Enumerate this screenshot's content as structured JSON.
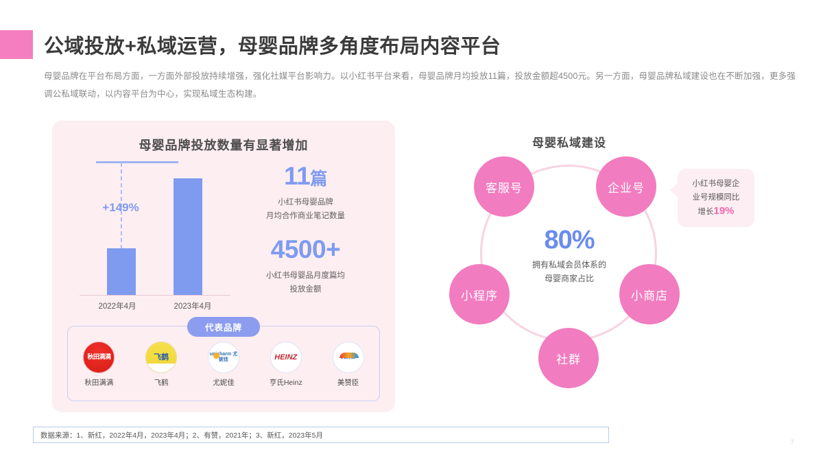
{
  "header": {
    "title": "公域投放+私域运营，母婴品牌多角度布局内容平台",
    "subtitle": "母婴品牌在平台布局方面，一方面外部投放持续增强，强化社媒平台影响力。以小红书平台来看，母婴品牌月均投放11篇，投放金额超4500元。另一方面，母婴品牌私域建设也在不断加强，更多强调公私域联动，以内容平台为中心，实现私域生态构建。",
    "accent_color": "#F47EBF"
  },
  "left_panel": {
    "title": "母婴品牌投放数量有显著增加",
    "growth_label": "+149%",
    "stats": [
      {
        "value": "11",
        "unit": "篇",
        "caption": "小红书母婴品牌\n月均合作商业笔记数量"
      },
      {
        "value": "4500+",
        "unit": "",
        "caption": "小红书母婴品月度篇均\n投放金额"
      }
    ],
    "stat1_value": "11",
    "stat1_unit": "篇",
    "stat1_cap_l1": "小红书母婴品牌",
    "stat1_cap_l2": "月均合作商业笔记数量",
    "stat2_value": "4500+",
    "stat2_cap_l1": "小红书母婴品月度篇均",
    "stat2_cap_l2": "投放金额",
    "brands_badge": "代表品牌",
    "brands": [
      {
        "name": "秋田满满",
        "logo_text": "秋田满满"
      },
      {
        "name": "飞鹤",
        "logo_text": "飞鹤"
      },
      {
        "name": "尤妮佳",
        "logo_text": "unicharm 尤妮佳"
      },
      {
        "name": "亨氏Heinz",
        "logo_text": "HEINZ"
      },
      {
        "name": "美赞臣",
        "logo_text": "美赞臣"
      }
    ]
  },
  "right_panel": {
    "title": "母婴私域建设",
    "center_value": "80%",
    "center_cap_l1": "拥有私域会员体系的",
    "center_cap_l2": "母婴商家占比",
    "nodes": [
      {
        "label": "客服号"
      },
      {
        "label": "企业号"
      },
      {
        "label": "小程序"
      },
      {
        "label": "小商店"
      },
      {
        "label": "社群"
      }
    ],
    "callout_l1": "小红书母婴企",
    "callout_l2": "业号规模同比",
    "callout_prefix": "增长",
    "callout_value": "19%",
    "node_color": "#F27CC0",
    "ring_color": "#F8D3E3"
  },
  "footer": {
    "source": "数据来源：1、新红，2022年4月，2023年4月；2、有赞，2021年；3、新红，2023年5月",
    "page_number": "7"
  },
  "chart_data": {
    "type": "bar",
    "title": "母婴品牌投放数量有显著增加",
    "categories": [
      "2022年4月",
      "2023年4月"
    ],
    "values": [
      4.4,
      11
    ],
    "unit": "篇",
    "annotation": "+149%",
    "xlabel": "",
    "ylabel": "",
    "ylim": [
      0,
      12
    ],
    "grid": false,
    "legend": "none",
    "series_color": "#7E9BF0"
  }
}
